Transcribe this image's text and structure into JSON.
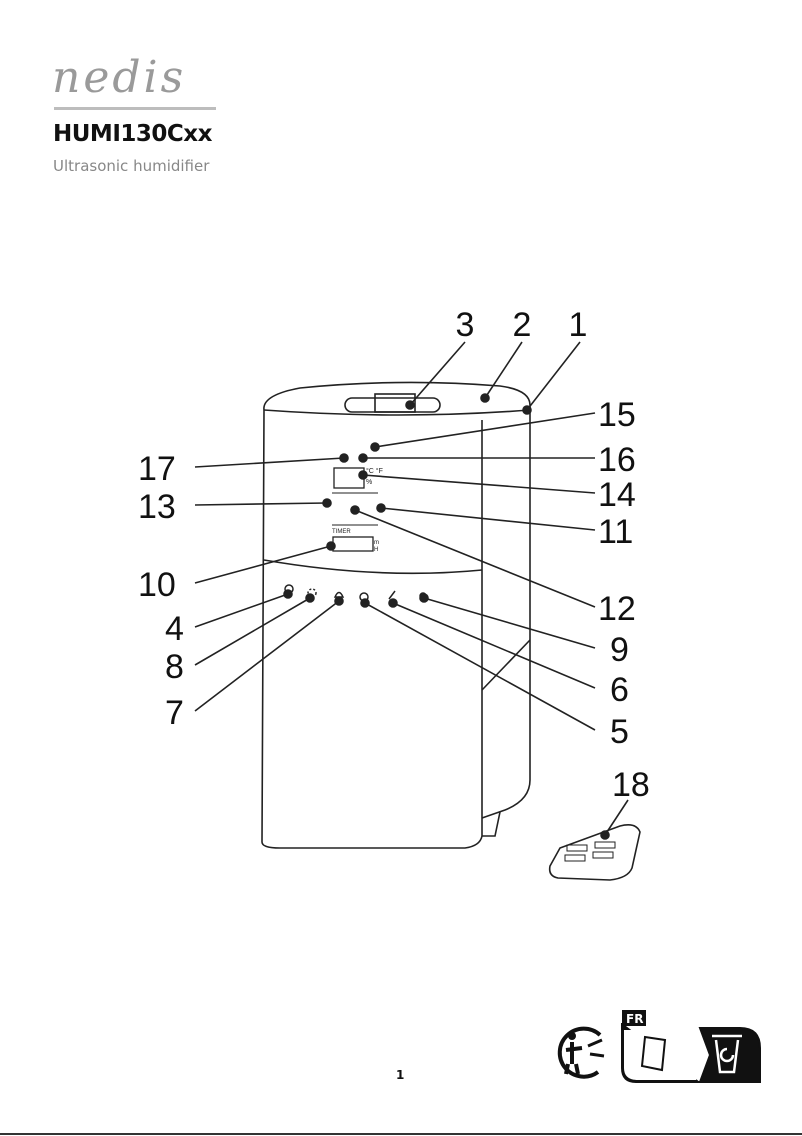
{
  "brand": {
    "logo_text": "nedis"
  },
  "header": {
    "model": "HUMI130Cxx",
    "subtitle": "Ultrasonic humidifier"
  },
  "figure": {
    "callouts": [
      "1",
      "2",
      "3",
      "4",
      "5",
      "6",
      "7",
      "8",
      "9",
      "10",
      "11",
      "12",
      "13",
      "14",
      "15",
      "16",
      "17",
      "18"
    ],
    "lcd": {
      "timer_label": "TIMER",
      "units_temp": "°C °F",
      "unit_percent": "%",
      "unit_m": "m",
      "unit_h": "H"
    }
  },
  "recycling": {
    "country_code": "FR",
    "icons": [
      "triman-icon",
      "paper-icon",
      "recycle-bin-icon"
    ]
  },
  "footer": {
    "page_number": "1"
  }
}
